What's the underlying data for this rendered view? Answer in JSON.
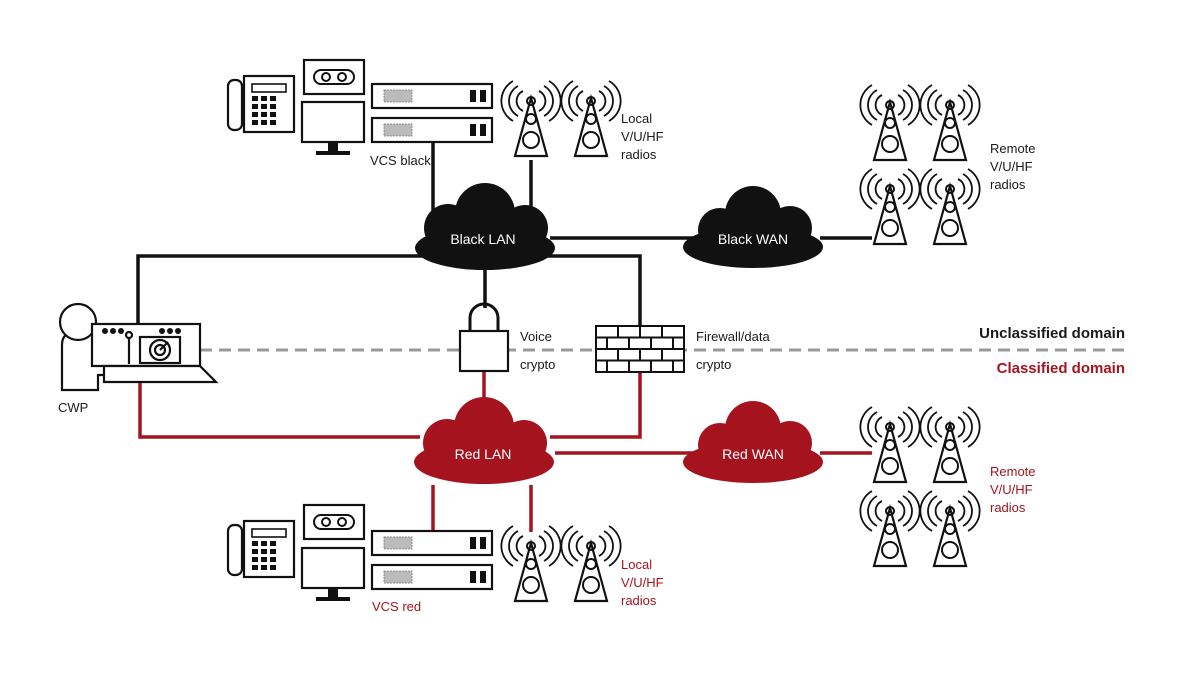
{
  "colors": {
    "black": "#111111",
    "red": "#a5141e",
    "divider": "#9a9a9a"
  },
  "nodes": {
    "black_lan": "Black LAN",
    "black_wan": "Black WAN",
    "red_lan": "Red LAN",
    "red_wan": "Red WAN",
    "vcs_black": "VCS black",
    "vcs_red": "VCS red",
    "cwp": "CWP"
  },
  "labels": {
    "local_black": [
      "Local",
      "V/U/HF",
      "radios"
    ],
    "remote_black": [
      "Remote",
      "V/U/HF",
      "radios"
    ],
    "local_red": [
      "Local",
      "V/U/HF",
      "radios"
    ],
    "remote_red": [
      "Remote",
      "V/U/HF",
      "radios"
    ],
    "voice_crypto": [
      "Voice",
      "crypto"
    ],
    "firewall_crypto": [
      "Firewall/data",
      "crypto"
    ]
  },
  "domains": {
    "unclassified": "Unclassified domain",
    "classified": "Classified domain"
  },
  "icons": [
    "phone-icon",
    "recorder-icon",
    "monitor-icon",
    "server-icon",
    "radio-tower-icon",
    "cloud-icon",
    "padlock-icon",
    "firewall-icon",
    "operator-icon",
    "radar-console-icon"
  ]
}
